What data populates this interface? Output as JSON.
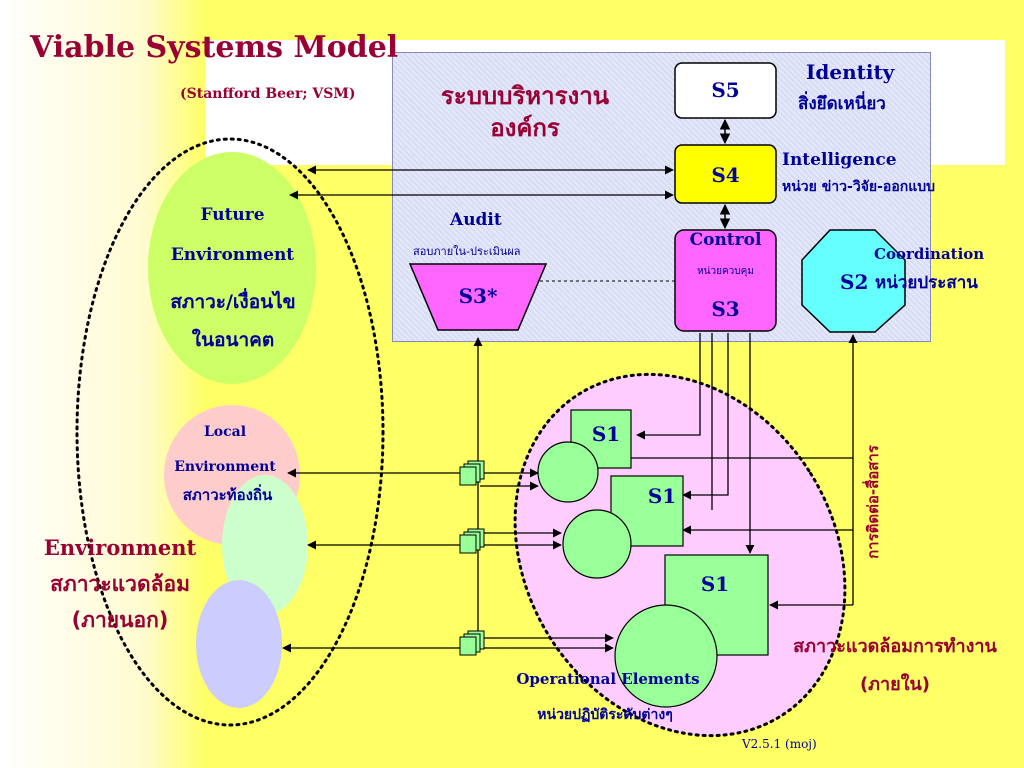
{
  "title": "Viable Systems Model",
  "subtitle": "(Stanfford Beer; VSM)",
  "management": {
    "title_line1": "ระบบบริหารงาน",
    "title_line2": "องค์กร"
  },
  "systems": {
    "s5": "S5",
    "s4": "S4",
    "s3": "S3",
    "s3_star": "S3*",
    "s2": "S2",
    "s1": [
      "S1",
      "S1",
      "S1"
    ]
  },
  "labels": {
    "identity_en": "Identity",
    "identity_th": "สิ่งยึดเหนี่ยว",
    "intelligence_en": "Intelligence",
    "intelligence_th": "หน่วย ข่าว-วิจัย-ออกแบบ",
    "audit_en": "Audit",
    "audit_th": "สอบภายใน-ประเมินผล",
    "control_en": "Control",
    "control_th": "หน่วยควบคุม",
    "coordination_en": "Coordination",
    "coordination_th": "หน่วยประสาน",
    "communication_th": "การติดต่อ-สื่อสาร"
  },
  "environment": {
    "future_line1": "Future",
    "future_line2": "Environment",
    "future_th1": "สภาวะ/เงื่อนไข",
    "future_th2": "ในอนาคต",
    "local_line1": "Local",
    "local_line2": "Environment",
    "local_th": "สภาวะท้องถิ่น",
    "env_en": "Environment",
    "env_th1": "สภาวะแวดล้อม",
    "env_th2": "(ภายนอก)"
  },
  "operations": {
    "label_en": "Operational Elements",
    "label_th": "หน่วยปฏิบัติระดับต่างๆ",
    "inner_env1": "สภาวะแวดล้อมการทำงาน",
    "inner_env2": "(ภายใน)"
  },
  "version": "V2.5.1 (moj)",
  "colors": {
    "background": "#ffff66",
    "white_strip": "#ffffff",
    "management_box": "#e0e4f8",
    "s4_fill": "#ffff00",
    "s3_fill": "#ff66ff",
    "s2_fill": "#66ffff",
    "s1_fill": "#99ff99",
    "future_fill": "#ccff66",
    "local_fill": "#ffcccc",
    "ops_fill": "#ffccff",
    "title": "#990033",
    "labels": "#000099"
  }
}
